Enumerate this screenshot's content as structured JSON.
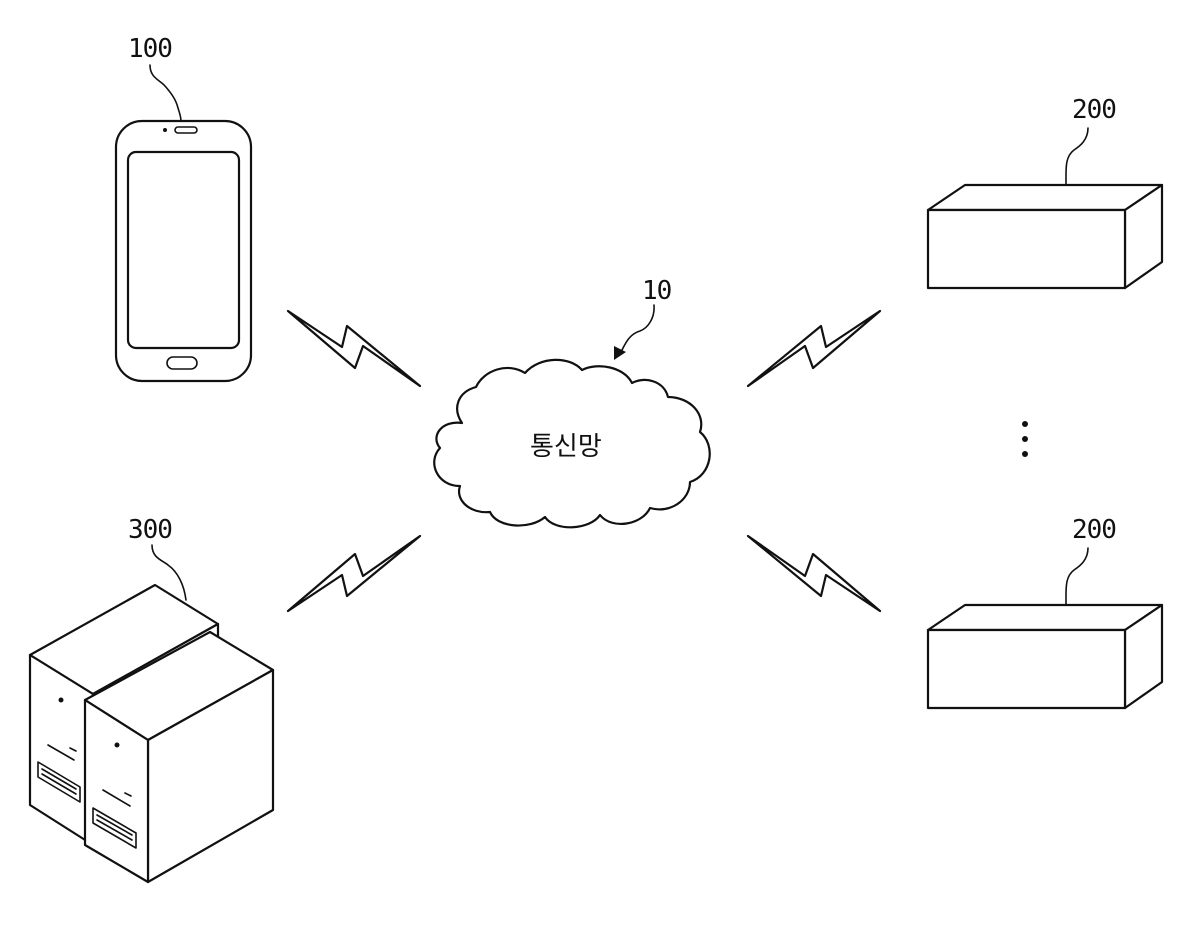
{
  "references": {
    "network": "10",
    "terminal": "100",
    "device_top": "200",
    "device_bottom": "200",
    "server": "300"
  },
  "network_label": "통신망"
}
